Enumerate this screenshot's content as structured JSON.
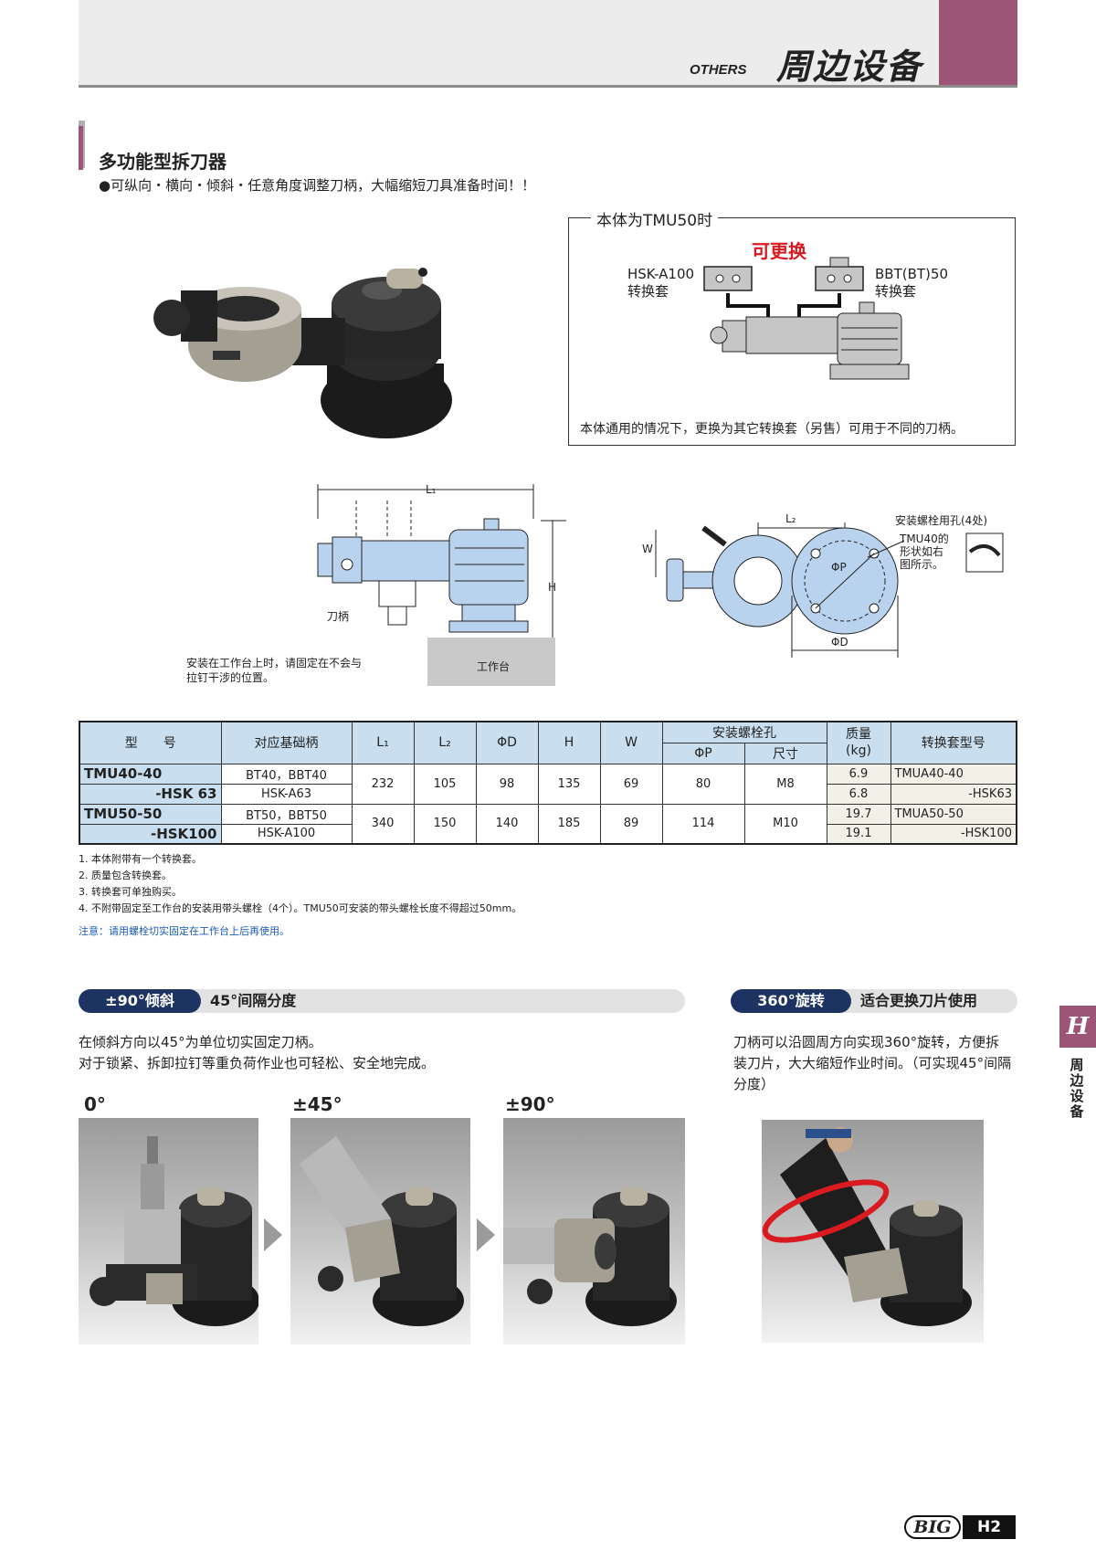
{
  "header": {
    "section_en": "OTHERS",
    "section_cn": "周边设备"
  },
  "product": {
    "title": "多功能型拆刀器",
    "subtitle": "●可纵向・横向・倾斜・任意角度调整刀柄，大幅缩短刀具准备时间！！"
  },
  "swap_box": {
    "title": "本体为TMU50时",
    "swap_label": "可更换",
    "left_label_1": "HSK-A100",
    "left_label_2": "转换套",
    "right_label_1": "BBT(BT)50",
    "right_label_2": "转换套",
    "note": "本体通用的情况下，更换为其它转换套（另售）可用于不同的刀柄。"
  },
  "side_drawing": {
    "L1": "L₁",
    "H": "H",
    "holder": "刀柄",
    "table": "工作台",
    "caption_1": "安装在工作台上时，请固定在不会与",
    "caption_2": "拉钉干涉的位置。"
  },
  "top_drawing": {
    "L2": "L₂",
    "W": "W",
    "phiP": "ΦP",
    "phiD": "ΦD",
    "bolt_label": "安装螺栓用孔(4处)",
    "tmu40_1": "TMU40的",
    "tmu40_2": "形状如右",
    "tmu40_3": "图所示。"
  },
  "table": {
    "headers": {
      "model": "型　　号",
      "shank": "对应基础柄",
      "L1": "L₁",
      "L2": "L₂",
      "D": "ΦD",
      "H": "H",
      "W": "W",
      "bolt": "安装螺栓孔",
      "bolt_P": "ΦP",
      "bolt_size": "尺寸",
      "mass_1": "质量",
      "mass_2": "(kg)",
      "adapter": "转换套型号"
    },
    "rows": [
      {
        "model": "TMU40-40",
        "shank": "BT40，BBT40",
        "mass": "6.9",
        "adapter": "TMUA40-40"
      },
      {
        "model": "-HSK 63",
        "shank": "HSK-A63",
        "mass": "6.8",
        "adapter": "-HSK63"
      },
      {
        "model": "TMU50-50",
        "shank": "BT50，BBT50",
        "mass": "19.7",
        "adapter": "TMUA50-50"
      },
      {
        "model": "-HSK100",
        "shank": "HSK-A100",
        "mass": "19.1",
        "adapter": "-HSK100"
      }
    ],
    "groups": [
      {
        "L1": "232",
        "L2": "105",
        "D": "98",
        "H": "135",
        "W": "69",
        "P": "80",
        "size": "M8"
      },
      {
        "L1": "340",
        "L2": "150",
        "D": "140",
        "H": "185",
        "W": "89",
        "P": "114",
        "size": "M10"
      }
    ]
  },
  "notes": [
    "1. 本体附带有一个转换套。",
    "2. 质量包含转换套。",
    "3. 转换套可单独购买。",
    "4. 不附带固定至工作台的安装用带头螺栓（4个）。TMU50可安装的带头螺栓长度不得超过50mm。"
  ],
  "warning": "注意：请用螺栓切实固定在工作台上后再使用。",
  "tilt": {
    "pill": "±90°倾斜",
    "title": "45°间隔分度",
    "desc_1": "在倾斜方向以45°为单位切实固定刀柄。",
    "desc_2": "对于锁紧、拆卸拉钉等重负荷作业也可轻松、安全地完成。",
    "angles": [
      "0°",
      "±45°",
      "±90°"
    ]
  },
  "rotate": {
    "pill": "360°旋转",
    "title": "适合更换刀片使用",
    "desc_1": "刀柄可以沿圆周方向实现360°旋转，方便拆",
    "desc_2": "装刀片，大大缩短作业时间。（可实现45°间隔",
    "desc_3": "分度）"
  },
  "side_tab": {
    "letter": "H",
    "label": "周边设备"
  },
  "footer": {
    "logo": "BIG",
    "page": "H2"
  },
  "colors": {
    "accent": "#9c5577",
    "navy": "#1d3463",
    "table_blue": "#c9dff0",
    "swap_red": "#d91a20",
    "drawing_blue": "#b9d3ef"
  }
}
